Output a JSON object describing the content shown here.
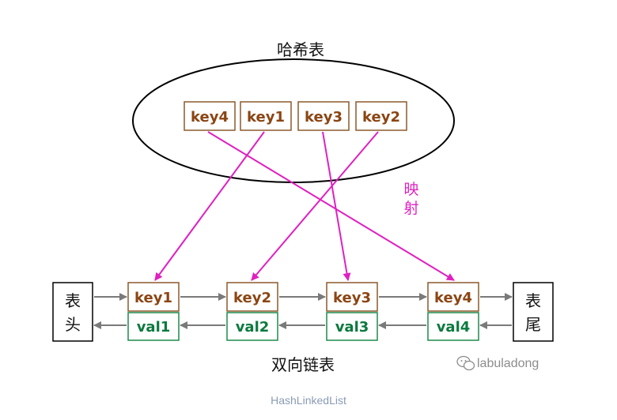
{
  "hash_table": {
    "title": "哈希表",
    "keys": [
      "key4",
      "key1",
      "key3",
      "key2"
    ]
  },
  "mapping_label": [
    "映",
    "射"
  ],
  "linked_list": {
    "head": [
      "表",
      "头"
    ],
    "tail": [
      "表",
      "尾"
    ],
    "nodes": [
      {
        "key": "key1",
        "val": "val1"
      },
      {
        "key": "key2",
        "val": "val2"
      },
      {
        "key": "key3",
        "val": "val3"
      },
      {
        "key": "key4",
        "val": "val4"
      }
    ],
    "title": "双向链表"
  },
  "watermark": "labuladong",
  "caption": "HashLinkedList",
  "colors": {
    "key_text": "#8b4513",
    "key_border": "#8b5a2b",
    "val_text": "#0b7a3e",
    "val_border": "#1e8a4c",
    "mapping_arrow": "#e020c0",
    "list_arrow": "#7a7a7a",
    "caption": "#8a9bb5"
  },
  "icons": {
    "watermark": "wechat-icon"
  }
}
